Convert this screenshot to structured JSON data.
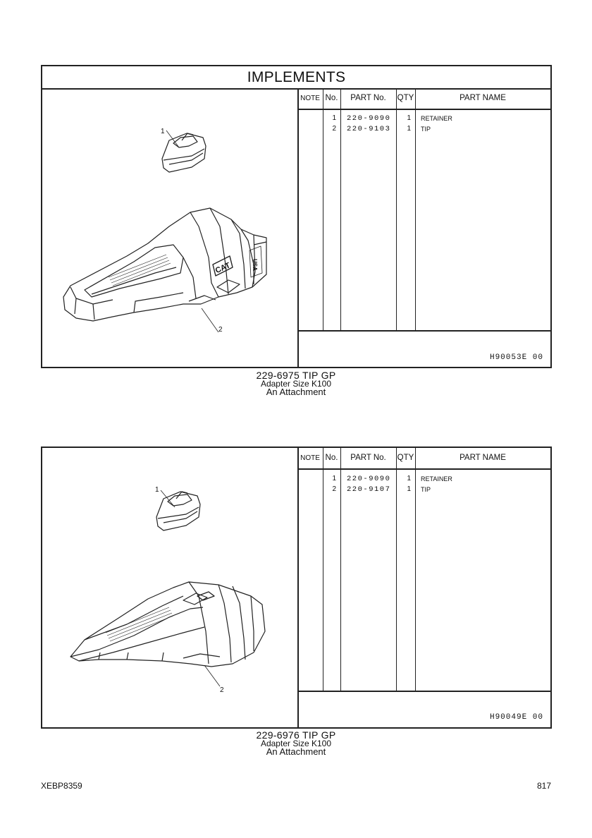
{
  "section_title": "IMPLEMENTS",
  "headers": {
    "note": "NOTE",
    "no": "No.",
    "part_no": "PART No.",
    "qty": "QTY",
    "part_name": "PART NAME"
  },
  "groups": [
    {
      "rows": [
        {
          "no": "1",
          "part_no": "220-9090",
          "qty": "1",
          "name": "RETAINER"
        },
        {
          "no": "2",
          "part_no": "220-9103",
          "qty": "1",
          "name": "TIP"
        }
      ],
      "figure_ref": "H90053E  00",
      "callouts": [
        "1",
        "2"
      ],
      "logo": "CAT",
      "cast_text": "USA",
      "caption": {
        "title": "229-6975  TIP  GP",
        "subtitle": "Adapter Size K100",
        "note": "An Attachment"
      }
    },
    {
      "rows": [
        {
          "no": "1",
          "part_no": "220-9090",
          "qty": "1",
          "name": "RETAINER"
        },
        {
          "no": "2",
          "part_no": "220-9107",
          "qty": "1",
          "name": "TIP"
        }
      ],
      "figure_ref": "H90049E  00",
      "callouts": [
        "1",
        "2"
      ],
      "caption": {
        "title": "229-6976  TIP  GP",
        "subtitle": "Adapter Size K100",
        "note": "An Attachment"
      }
    }
  ],
  "footer": {
    "doc_code": "XEBP8359",
    "page_number": "817"
  }
}
